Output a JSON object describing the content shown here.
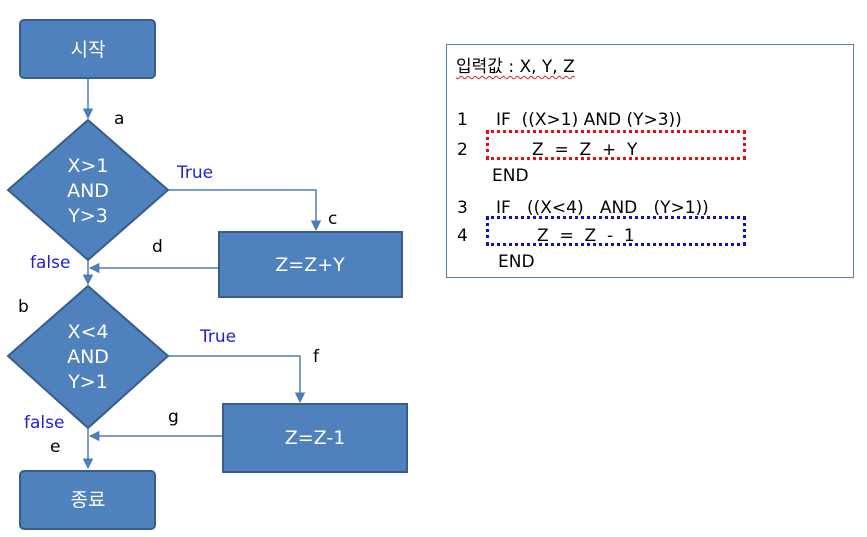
{
  "flowchart": {
    "start": "시작",
    "end": "종료",
    "decision1": [
      "X>1",
      "AND",
      "Y>3"
    ],
    "decision2": [
      "X<4",
      "AND",
      "Y>1"
    ],
    "process1": "Z=Z+Y",
    "process2": "Z=Z-1",
    "edge_true": "True",
    "edge_false": "false",
    "points": {
      "a": "a",
      "b": "b",
      "c": "c",
      "d": "d",
      "e": "e",
      "f": "f",
      "g": "g"
    }
  },
  "code": {
    "title": "입력값 : X, Y, Z",
    "lines": [
      {
        "num": "1",
        "text": "IF  ((X>1) AND (Y>3))"
      },
      {
        "num": "2",
        "text": "Z  =  Z  +  Y"
      },
      {
        "num": "",
        "text": "END"
      },
      {
        "num": "3",
        "text": "IF   ((X<4)   AND   (Y>1))"
      },
      {
        "num": "4",
        "text": "Z  =  Z  -  1"
      },
      {
        "num": "",
        "text": "END"
      }
    ]
  },
  "colors": {
    "node_fill": "#4f81bd",
    "node_stroke": "#385d8a",
    "edge": "#4a7ebb",
    "highlight_red": "#e01010",
    "highlight_blue": "#1010c0"
  }
}
